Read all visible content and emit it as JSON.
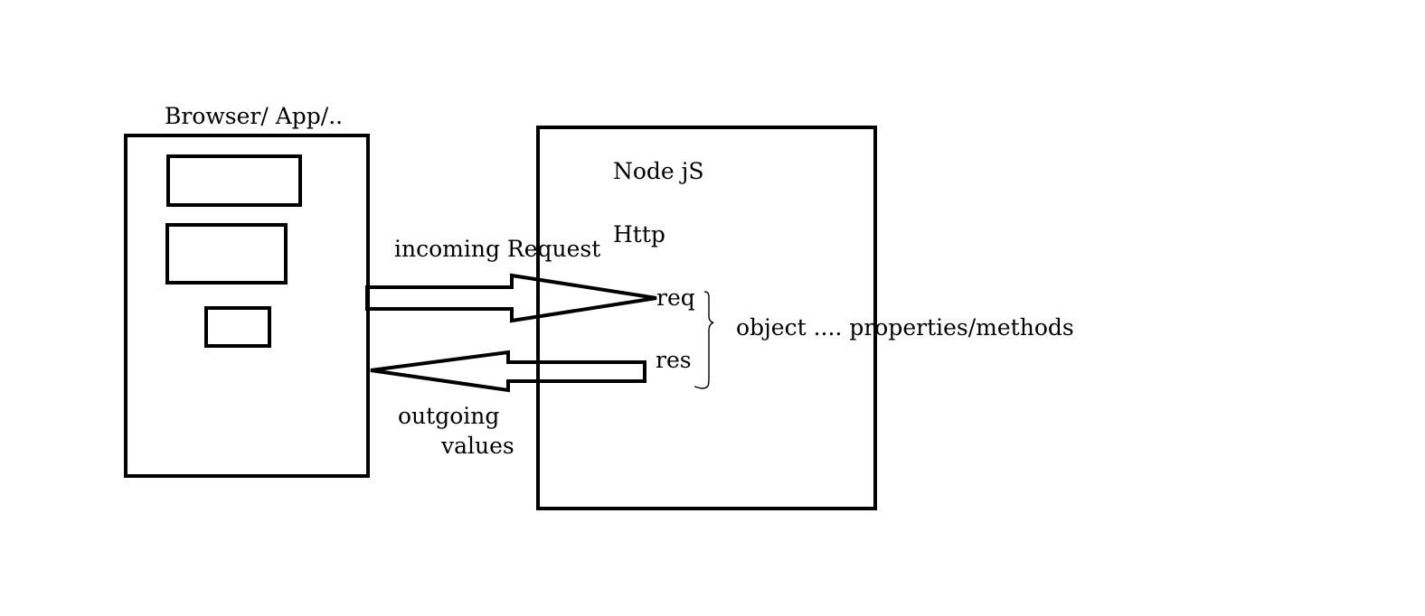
{
  "client": {
    "title": "Browser/ App/.."
  },
  "server": {
    "title": "Node jS",
    "module": "Http",
    "request_param": "req",
    "response_param": "res",
    "param_note": "object .... properties/methods"
  },
  "arrows": {
    "incoming_label": "incoming Request",
    "outgoing_label_line1": "outgoing",
    "outgoing_label_line2": "values"
  },
  "colors": {
    "stroke": "#000000",
    "background": "#ffffff"
  }
}
